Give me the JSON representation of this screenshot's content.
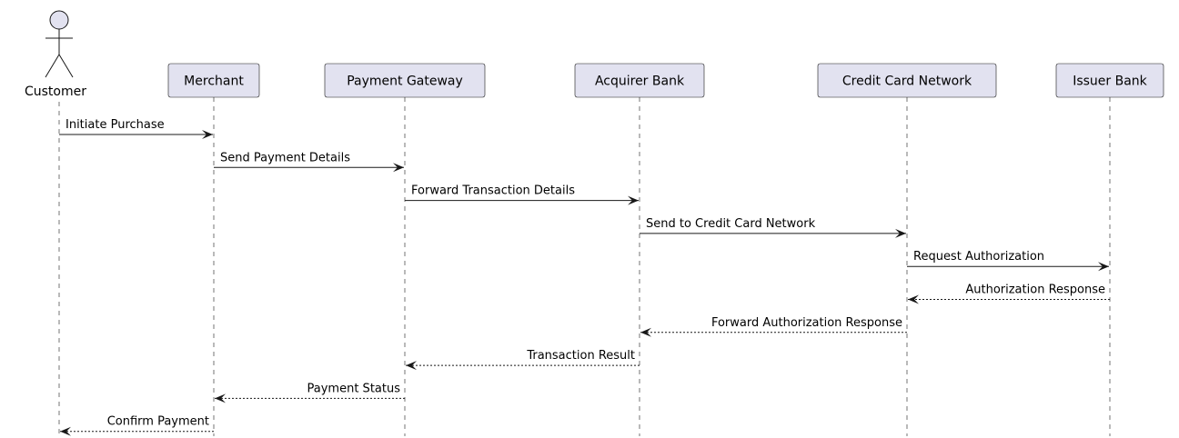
{
  "diagram": {
    "type": "sequence",
    "participants": [
      {
        "id": "customer",
        "label": "Customer",
        "kind": "actor"
      },
      {
        "id": "merchant",
        "label": "Merchant",
        "kind": "participant"
      },
      {
        "id": "gateway",
        "label": "Payment Gateway",
        "kind": "participant"
      },
      {
        "id": "acquirer",
        "label": "Acquirer Bank",
        "kind": "participant"
      },
      {
        "id": "network",
        "label": "Credit Card Network",
        "kind": "participant"
      },
      {
        "id": "issuer",
        "label": "Issuer Bank",
        "kind": "participant"
      }
    ],
    "messages": [
      {
        "from": "customer",
        "to": "merchant",
        "label": "Initiate Purchase",
        "style": "solid"
      },
      {
        "from": "merchant",
        "to": "gateway",
        "label": "Send Payment Details",
        "style": "solid"
      },
      {
        "from": "gateway",
        "to": "acquirer",
        "label": "Forward Transaction Details",
        "style": "solid"
      },
      {
        "from": "acquirer",
        "to": "network",
        "label": "Send to Credit Card Network",
        "style": "solid"
      },
      {
        "from": "network",
        "to": "issuer",
        "label": "Request Authorization",
        "style": "solid"
      },
      {
        "from": "issuer",
        "to": "network",
        "label": "Authorization Response",
        "style": "dashed"
      },
      {
        "from": "network",
        "to": "acquirer",
        "label": "Forward Authorization Response",
        "style": "dashed"
      },
      {
        "from": "acquirer",
        "to": "gateway",
        "label": "Transaction Result",
        "style": "dashed"
      },
      {
        "from": "gateway",
        "to": "merchant",
        "label": "Payment Status",
        "style": "dashed"
      },
      {
        "from": "merchant",
        "to": "customer",
        "label": "Confirm Payment",
        "style": "dashed"
      }
    ]
  }
}
